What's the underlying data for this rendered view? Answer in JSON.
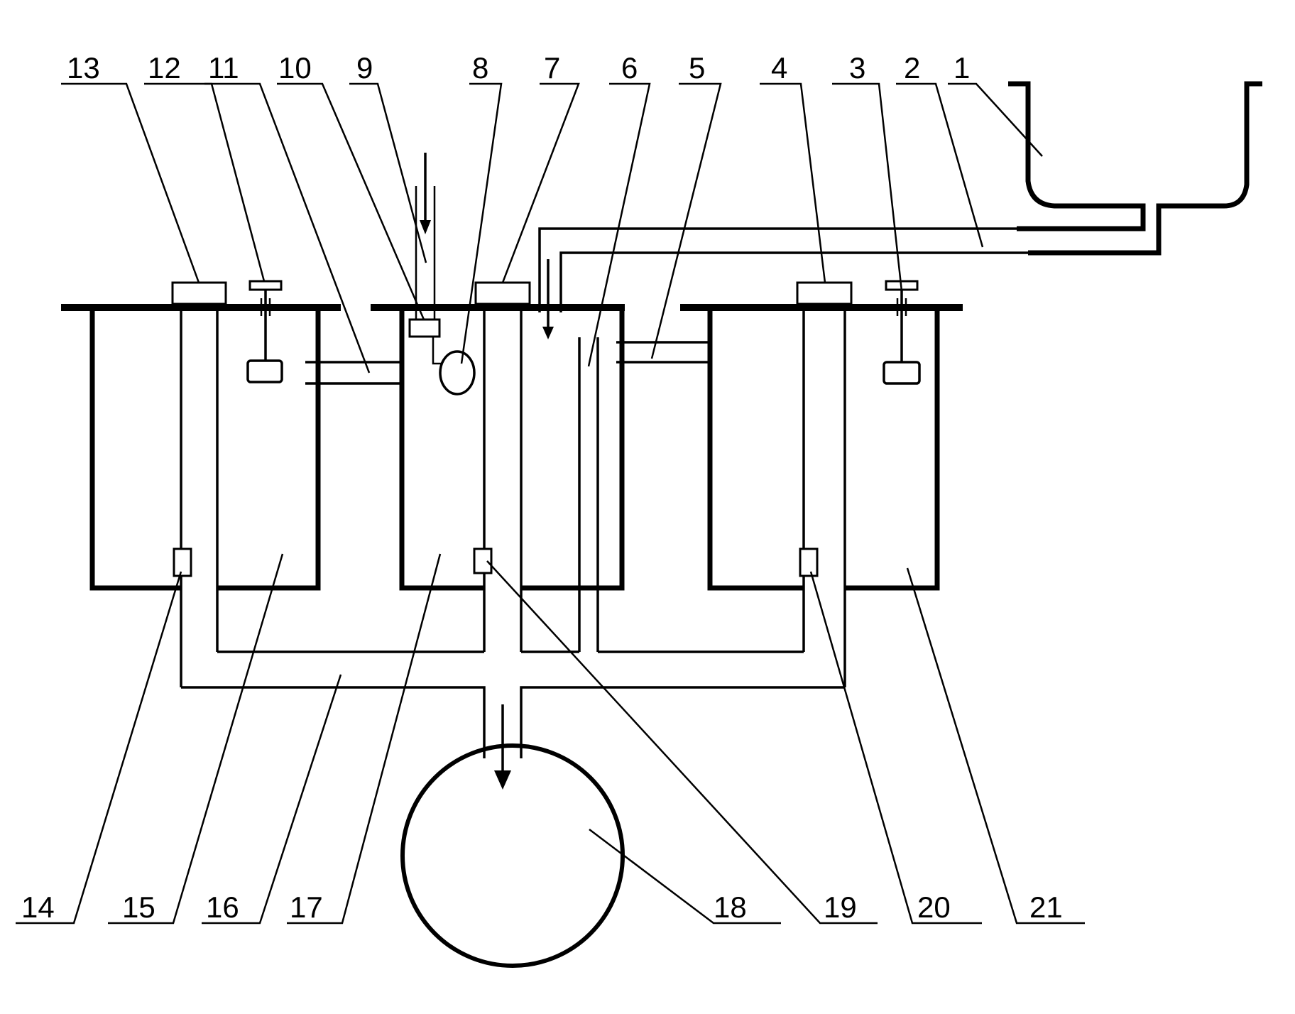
{
  "figure": {
    "labels_top": [
      "13",
      "12",
      "11",
      "10",
      "9",
      "8",
      "7",
      "6",
      "5",
      "4",
      "3",
      "2",
      "1"
    ],
    "labels_bottom": [
      "14",
      "15",
      "16",
      "17",
      "18",
      "19",
      "20",
      "21"
    ]
  }
}
